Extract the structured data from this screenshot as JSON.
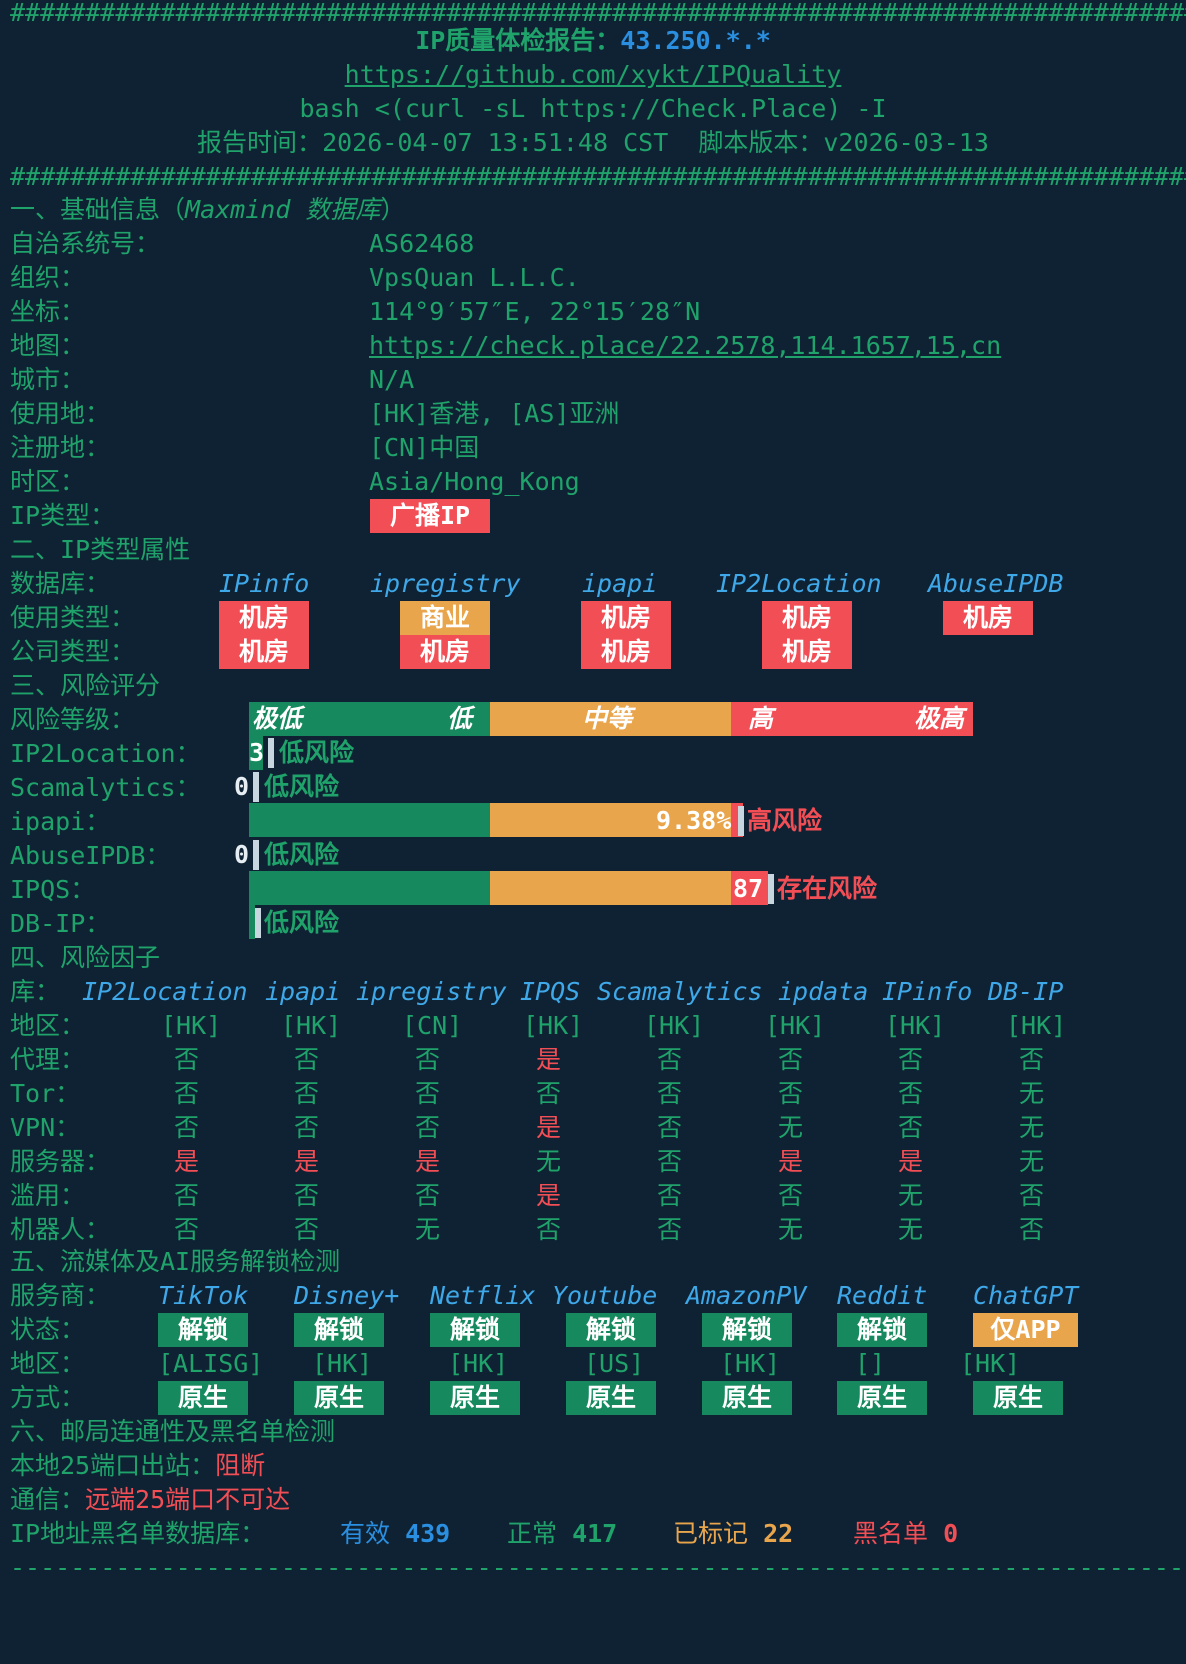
{
  "header": {
    "hash_line": "################################################################################",
    "title_label": "IP质量体检报告：",
    "title_ip": "43.250.*.*",
    "repo_url": "https://github.com/xykt/IPQuality",
    "command": "bash <(curl -sL https://Check.Place) -I",
    "report_time_label": "报告时间：",
    "report_time": "2026-04-07 13:51:48 CST",
    "script_version_label": "脚本版本：",
    "script_version": "v2026-03-13"
  },
  "section1": {
    "heading": "一、基础信息（",
    "heading_db": "Maxmind 数据库",
    "heading_end": "）",
    "rows": [
      {
        "label": "自治系统号：",
        "value": "AS62468"
      },
      {
        "label": "组织：",
        "value": "VpsQuan L.L.C."
      },
      {
        "label": "坐标：",
        "value": "114°9′57″E, 22°15′28″N"
      },
      {
        "label": "地图：",
        "value": "https://check.place/22.2578,114.1657,15,cn"
      },
      {
        "label": "城市：",
        "value": "N/A"
      },
      {
        "label": "使用地：",
        "value": "[HK]香港, [AS]亚洲"
      },
      {
        "label": "注册地：",
        "value": "[CN]中国"
      },
      {
        "label": "时区：",
        "value": "Asia/Hong_Kong"
      }
    ],
    "ip_type_label": "IP类型：",
    "ip_type_value": "广播IP"
  },
  "section2": {
    "heading": "二、IP类型属性",
    "db_label": "数据库：",
    "databases": [
      "IPinfo",
      "ipregistry",
      "ipapi",
      "IP2Location",
      "AbuseIPDB"
    ],
    "usage_label": "使用类型：",
    "usage": [
      "机房",
      "商业",
      "机房",
      "机房",
      "机房"
    ],
    "company_label": "公司类型：",
    "company": [
      "机房",
      "机房",
      "机房",
      "机房"
    ]
  },
  "section3": {
    "heading": "三、风险评分",
    "level_label": "风险等级：",
    "scale": [
      "极低",
      "低",
      "中等",
      "高",
      "极高"
    ],
    "rows": [
      {
        "label": "IP2Location：",
        "score": "3",
        "text": "低风险"
      },
      {
        "label": "Scamalytics：",
        "score": "0",
        "text": "低风险"
      },
      {
        "label": "ipapi：",
        "score": "9.38%",
        "text": "高风险"
      },
      {
        "label": "AbuseIPDB：",
        "score": "0",
        "text": "低风险"
      },
      {
        "label": "IPQS：",
        "score": "87",
        "text": "存在风险"
      },
      {
        "label": "DB-IP：",
        "score": "",
        "text": "低风险"
      }
    ]
  },
  "section4": {
    "heading": "四、风险因子",
    "lib_label": "库：",
    "libs": [
      "IP2Location",
      "ipapi",
      "ipregistry",
      "IPQS",
      "Scamalytics",
      "ipdata",
      "IPinfo",
      "DB-IP"
    ],
    "region_label": "地区：",
    "regions": [
      "[HK]",
      "[HK]",
      "[CN]",
      "[HK]",
      "[HK]",
      "[HK]",
      "[HK]",
      "[HK]"
    ],
    "rows": [
      {
        "label": "代理：",
        "values": [
          "否",
          "否",
          "否",
          "是",
          "否",
          "否",
          "否",
          "否"
        ]
      },
      {
        "label": "Tor：",
        "values": [
          "否",
          "否",
          "否",
          "否",
          "否",
          "否",
          "否",
          "无"
        ]
      },
      {
        "label": "VPN：",
        "values": [
          "否",
          "否",
          "否",
          "是",
          "否",
          "无",
          "否",
          "无"
        ]
      },
      {
        "label": "服务器：",
        "values": [
          "是",
          "是",
          "是",
          "无",
          "否",
          "是",
          "是",
          "无"
        ]
      },
      {
        "label": "滥用：",
        "values": [
          "否",
          "否",
          "否",
          "是",
          "否",
          "否",
          "无",
          "否"
        ]
      },
      {
        "label": "机器人：",
        "values": [
          "否",
          "否",
          "无",
          "否",
          "否",
          "无",
          "无",
          "否"
        ]
      }
    ]
  },
  "section5": {
    "heading": "五、流媒体及AI服务解锁检测",
    "provider_label": "服务商：",
    "providers": [
      "TikTok",
      "Disney+",
      "Netflix",
      "Youtube",
      "AmazonPV",
      "Reddit",
      "ChatGPT"
    ],
    "status_label": "状态：",
    "status": [
      "解锁",
      "解锁",
      "解锁",
      "解锁",
      "解锁",
      "解锁",
      "仅APP"
    ],
    "region_label": "地区：",
    "regions": [
      "[ALISG]",
      "[HK]",
      "[HK]",
      "[US]",
      "[HK]",
      "[]",
      "[HK]"
    ],
    "method_label": "方式：",
    "methods": [
      "原生",
      "原生",
      "原生",
      "原生",
      "原生",
      "原生",
      "原生"
    ]
  },
  "section6": {
    "heading": "六、邮局连通性及黑名单检测",
    "port_label": "本地25端口出站：",
    "port_value": "阻断",
    "comm_label": "通信：",
    "comm_value": "远端25端口不可达",
    "bl_label": "IP地址黑名单数据库：",
    "valid_label": "有效",
    "valid": "439",
    "normal_label": "正常",
    "normal": "417",
    "marked_label": "已标记",
    "marked": "22",
    "black_label": "黑名单",
    "black": "0"
  },
  "footer": {
    "dash_line": "--------------------------------------------------------------------------------"
  },
  "colors": {
    "background": "#0f2233",
    "green": "#1fa36b",
    "blue": "#2a8fe0",
    "red": "#f24e55",
    "orange": "#e9a54c"
  }
}
